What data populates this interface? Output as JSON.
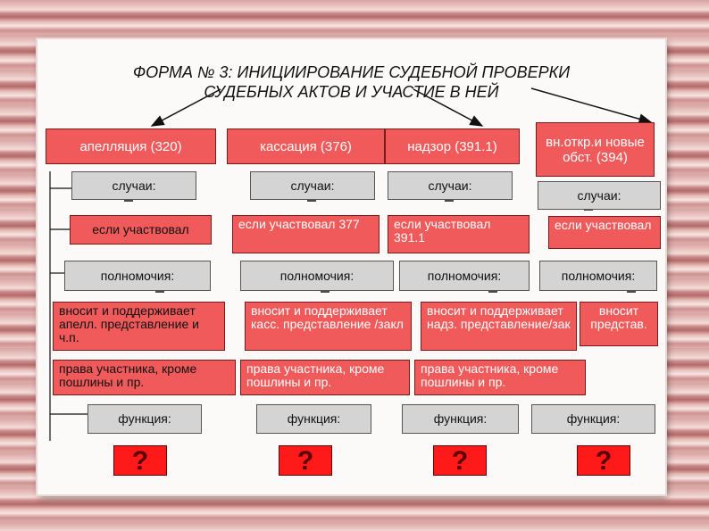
{
  "title": {
    "line1": "ФОРМА № 3: ИНИЦИИРОВАНИЕ СУДЕБНОЙ ПРОВЕРКИ",
    "line2": "СУДЕБНЫХ АКТОВ  И УЧАСТИЕ В НЕЙ"
  },
  "columns": [
    {
      "header": "апелляция (320)",
      "cases": "случаи:",
      "participant": "если участвовал",
      "powers": "полномочия:",
      "action": "вносит и поддерживает апелл. представление и ч.п.",
      "rights": "права участника, кроме пошлины и пр.",
      "function": "функция:",
      "unknown": "?"
    },
    {
      "header": "кассация (376)",
      "cases": "случаи:",
      "participant": "если участвовал 377",
      "powers": "полномочия:",
      "action": "вносит и поддерживает касс. представление /закл",
      "rights": "права участника, кроме пошлины и пр.",
      "function": "функция:",
      "unknown": "?"
    },
    {
      "header": "надзор (391.1)",
      "cases": "случаи:",
      "participant": "если участвовал 391.1",
      "powers": "полномочия:",
      "action": "вносит и поддерживает надз. представление/зак",
      "rights": "права участника, кроме пошлины и пр.",
      "function": "функция:",
      "unknown": "?"
    },
    {
      "header": "вн.откр.и новые обст. (394)",
      "cases": "случаи:",
      "participant": "если участвовал",
      "powers": "полномочия:",
      "action": "вносит представ.",
      "function": "функция:",
      "unknown": "?"
    }
  ]
}
